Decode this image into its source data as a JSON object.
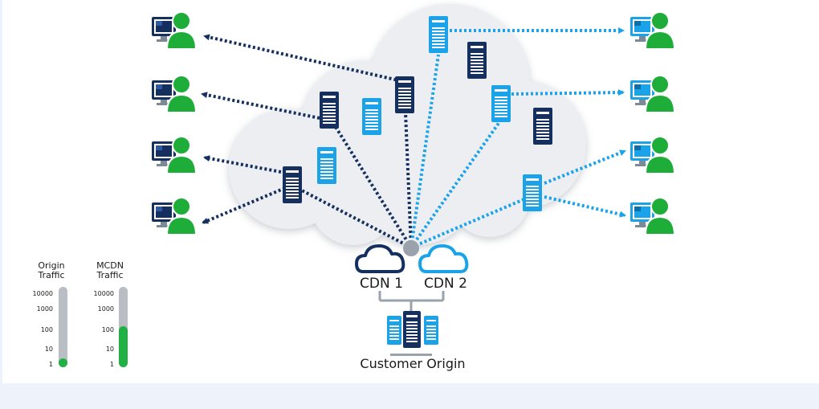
{
  "diagram": {
    "cdn1_label": "CDN 1",
    "cdn2_label": "CDN 2",
    "origin_label": "Customer Origin",
    "origin_gauge": {
      "label_line1": "Origin",
      "label_line2": "Traffic",
      "fill_fraction": 0.1
    },
    "mcdn_gauge": {
      "label_line1": "MCDN",
      "label_line2": "Traffic",
      "fill_fraction": 0.51
    },
    "gauge_ticks": [
      "10000",
      "1000",
      "100",
      "10",
      "1"
    ],
    "colors": {
      "dark_navy": "#15305f",
      "light_blue": "#1aa3e8",
      "user_green": "#1fad3a",
      "cloud_fill": "#eceef2",
      "connector_gray": "#9aa3ab",
      "gauge_track": "#b9bec4",
      "gauge_fill": "#21b043"
    }
  }
}
